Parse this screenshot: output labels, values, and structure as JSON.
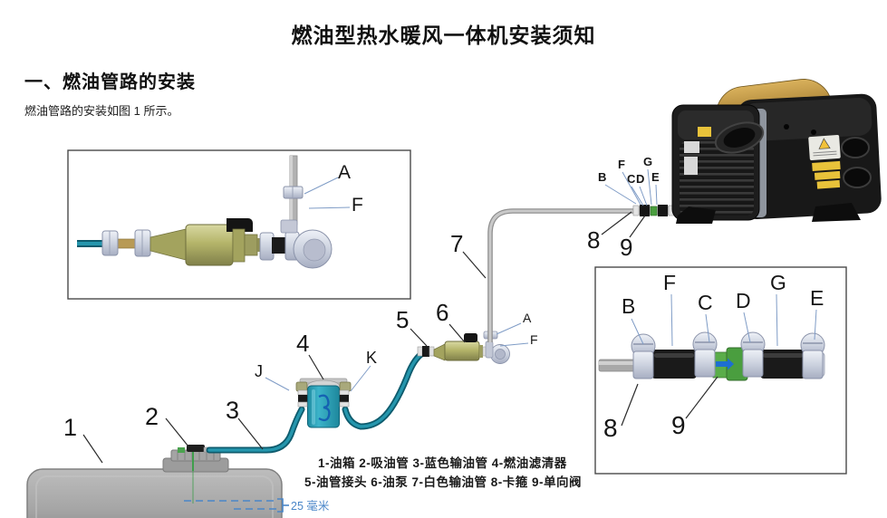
{
  "page": {
    "title": "燃油型热水暖风一体机安装须知",
    "section_heading": "一、燃油管路的安装",
    "intro_text": "燃油管路的安装如图 1 所示。"
  },
  "figure": {
    "legend": {
      "line1": "1-油箱 2-吸油管 3-蓝色输油管 4-燃油滤清器",
      "line2": "5-油管接头 6-油泵 7-白色输油管 8-卡箍 9-单向阀"
    },
    "dimension_note": "25 毫米",
    "callouts": {
      "n1": "1",
      "n2": "2",
      "n3": "3",
      "n4": "4",
      "n5": "5",
      "n6": "6",
      "n7": "7",
      "n8": "8",
      "n9": "9",
      "a": "A",
      "b": "B",
      "c": "C",
      "d": "D",
      "e": "E",
      "f": "F",
      "g": "G",
      "j": "J",
      "k": "K"
    },
    "colors": {
      "blue_hose": "#17788c",
      "white_hose": "#b9b9b9",
      "filter_body": "#2aa1b8",
      "pump_body": "#b5b56a",
      "tank_gray": "#a9a9a9",
      "check_valve_green": "#4a9e3f",
      "heater_gold": "#ab8538",
      "heater_black": "#161616",
      "clamp_silver": "#ccd2df",
      "dimension_blue": "#4a86c8",
      "leader_blue": "#7f9cc6"
    }
  }
}
